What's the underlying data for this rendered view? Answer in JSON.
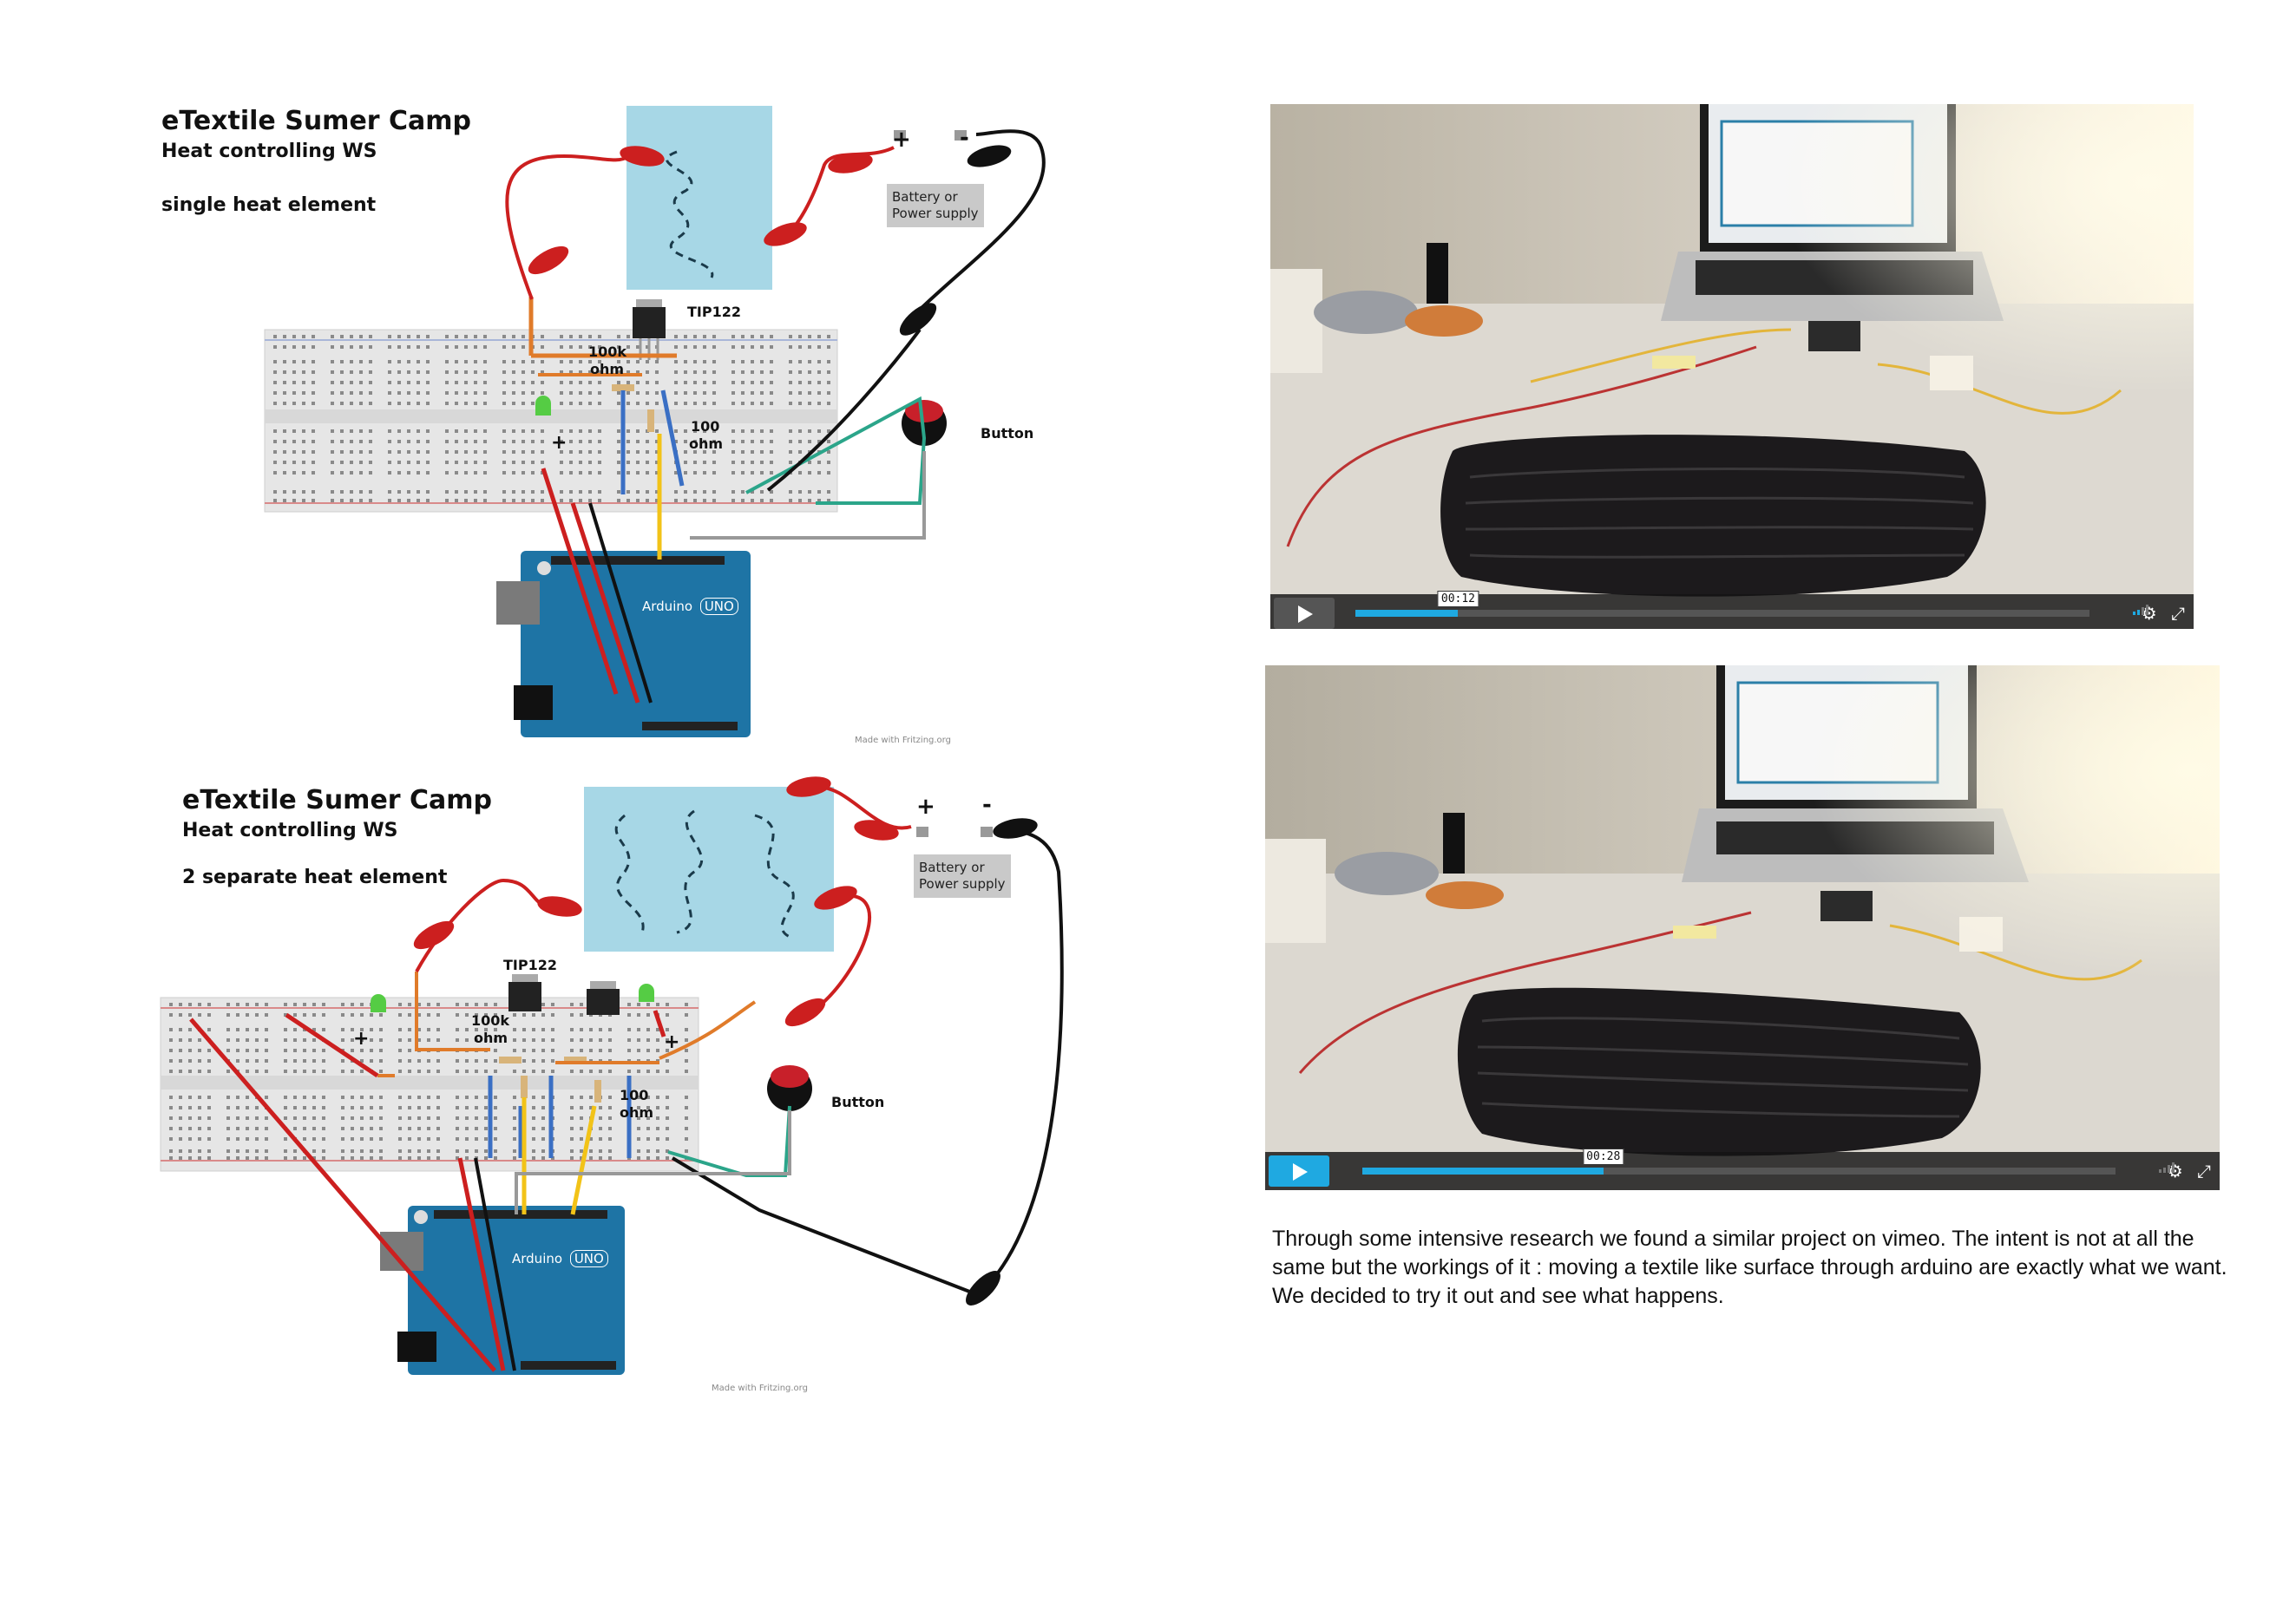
{
  "diagram_top": {
    "title": "eTextile Sumer Camp",
    "subtitle": "Heat controlling WS",
    "label": "single heat element",
    "battery_label_1": "Battery or",
    "battery_label_2": "Power supply",
    "plus": "+",
    "minus": "-",
    "transistor": "TIP122",
    "res1_value": "100k",
    "res1_unit": "ohm",
    "res2_value": "100",
    "res2_unit": "ohm",
    "button": "Button",
    "board_plus": "+",
    "board_name": "Arduino",
    "board_model": "UNO",
    "credit": "Made with  Fritzing.org"
  },
  "diagram_bottom": {
    "title": "eTextile Sumer Camp",
    "subtitle": "Heat controlling WS",
    "label": "2 separate heat element",
    "battery_label_1": "Battery or",
    "battery_label_2": "Power supply",
    "plus": "+",
    "minus": "-",
    "transistor": "TIP122",
    "res1_value": "100k",
    "res1_unit": "ohm",
    "res2_value": "100",
    "res2_unit": "ohm",
    "button": "Button",
    "board_plus_left": "+",
    "board_plus_right": "+",
    "board_name": "Arduino",
    "board_model": "UNO",
    "credit": "Made with  Fritzing.org"
  },
  "video_top": {
    "time": "00:12",
    "progress": 0.14,
    "play_color": "#555555",
    "icon_names": [
      "play-icon",
      "volume-icon",
      "gear-icon",
      "fullscreen-icon"
    ]
  },
  "video_bottom": {
    "time": "00:28",
    "progress": 0.32,
    "play_color": "#1fa9e1",
    "icon_names": [
      "play-icon",
      "volume-icon",
      "gear-icon",
      "fullscreen-icon"
    ]
  },
  "caption": "Through some intensive research we found a similar project on vimeo.  The intent is not at all the same but the workings of it : moving a textile like surface through arduino are exactly what we want. We decided to try it out and see what happens.",
  "colors": {
    "breadboard": "#e6e6e6",
    "arduino": "#1e74a5",
    "heat_pad": "#a7d7e6",
    "wire_red": "#cc1f1f",
    "wire_orange": "#e07b2a",
    "wire_blue": "#3a6fc4",
    "wire_yellow": "#f2c318",
    "wire_teal": "#2ba58a",
    "vimeo_blue": "#1fa9e1"
  }
}
